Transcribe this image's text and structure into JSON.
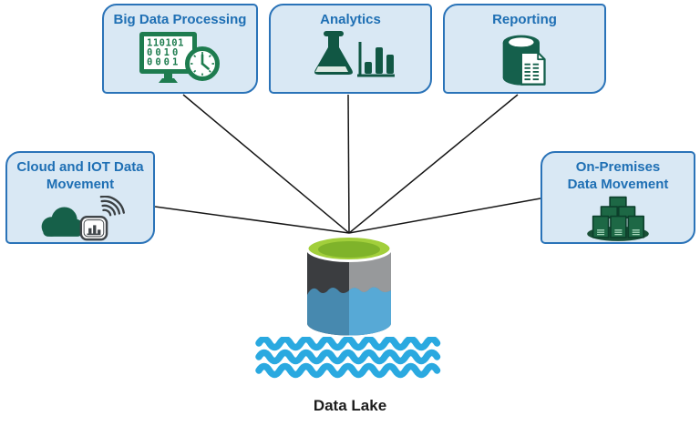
{
  "diagram": {
    "title": "Data Lake",
    "nodes": [
      {
        "id": "big-data-processing",
        "label": "Big Data Processing",
        "icon": "binary-monitor-clock-icon"
      },
      {
        "id": "analytics",
        "label": "Analytics",
        "icon": "flask-barchart-icon"
      },
      {
        "id": "reporting",
        "label": "Reporting",
        "icon": "database-report-icon"
      },
      {
        "id": "cloud-iot",
        "label": "Cloud and IOT Data Movement",
        "icon": "cloud-wifi-device-icon"
      },
      {
        "id": "on-premises",
        "label": "On-Premises Data Movement",
        "icon": "server-stack-icon"
      }
    ],
    "center": {
      "label": "Data Lake",
      "icon": "data-lake-cylinder-icon"
    },
    "big_data_icon": {
      "binary_rows": [
        "110101",
        "0010",
        "0001"
      ]
    },
    "colors": {
      "box_fill": "#d9e8f4",
      "box_border": "#2a73b8",
      "label_blue": "#1e6fb4",
      "icon_green": "#1e7c4f",
      "icon_dark_green": "#115744",
      "connector_black": "#161616",
      "wave_blue": "#2aa9e0",
      "lake_rim_green": "#a2cf3b",
      "lake_water_left": "#4789af",
      "lake_water_right": "#57a9d6",
      "cylinder_gray_dark": "#3b3d40",
      "cylinder_gray_light": "#97999b"
    }
  }
}
